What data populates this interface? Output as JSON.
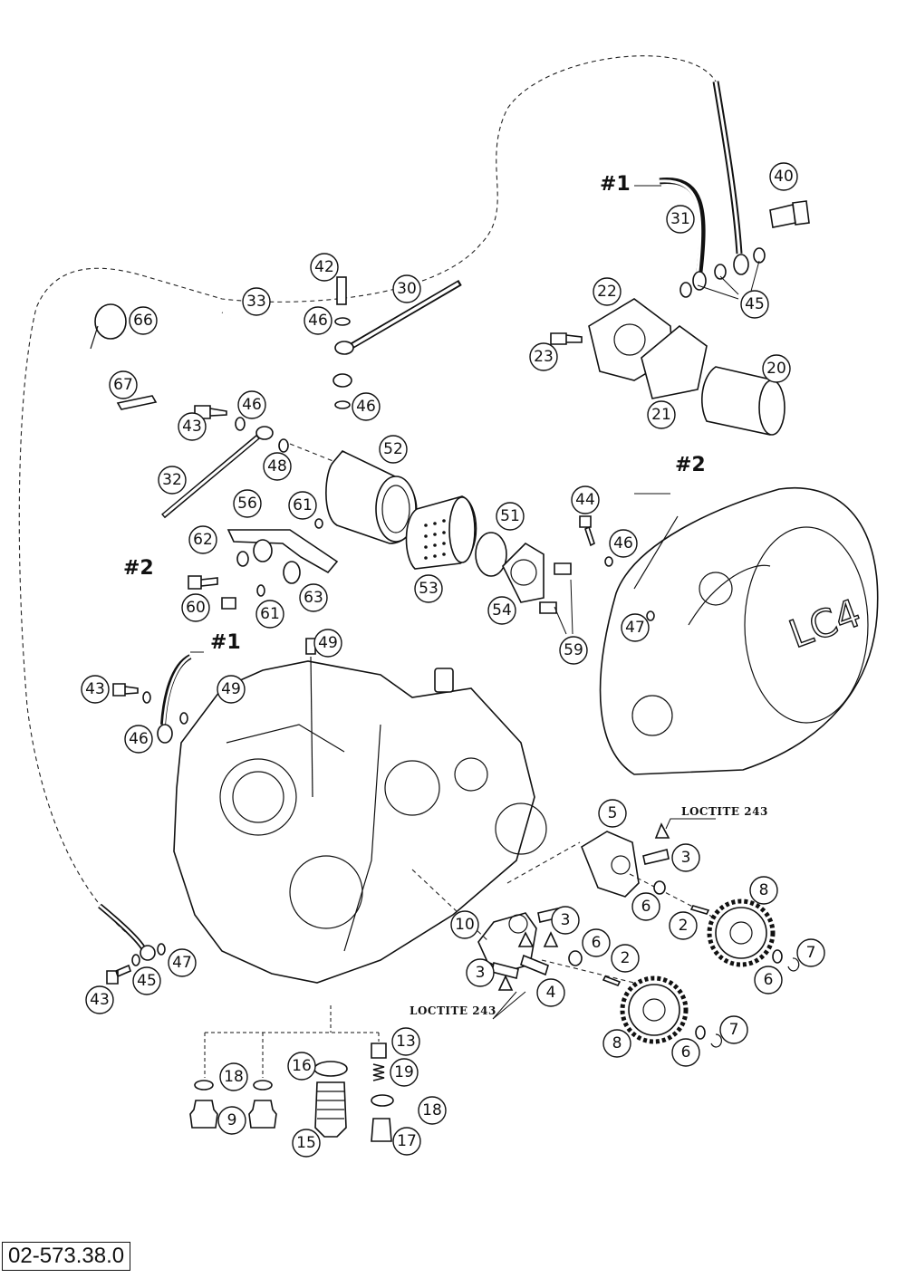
{
  "drawing_number": "02-573.38.0",
  "cover_logo": "LC4",
  "refs": [
    "#1",
    "#2"
  ],
  "loctite_labels": [
    "LOCTITE 243",
    "LOCTITE 243"
  ],
  "callouts": [
    "2",
    "2",
    "3",
    "3",
    "3",
    "4",
    "5",
    "6",
    "6",
    "6",
    "6",
    "7",
    "7",
    "8",
    "8",
    "9",
    "10",
    "13",
    "15",
    "16",
    "17",
    "18",
    "18",
    "19",
    "20",
    "21",
    "22",
    "23",
    "30",
    "31",
    "32",
    "33",
    "40",
    "42",
    "43",
    "43",
    "43",
    "44",
    "45",
    "45",
    "46",
    "46",
    "46",
    "46",
    "46",
    "47",
    "47",
    "48",
    "49",
    "49",
    "51",
    "52",
    "53",
    "54",
    "56",
    "59",
    "60",
    "61",
    "61",
    "62",
    "63",
    "66",
    "67"
  ]
}
